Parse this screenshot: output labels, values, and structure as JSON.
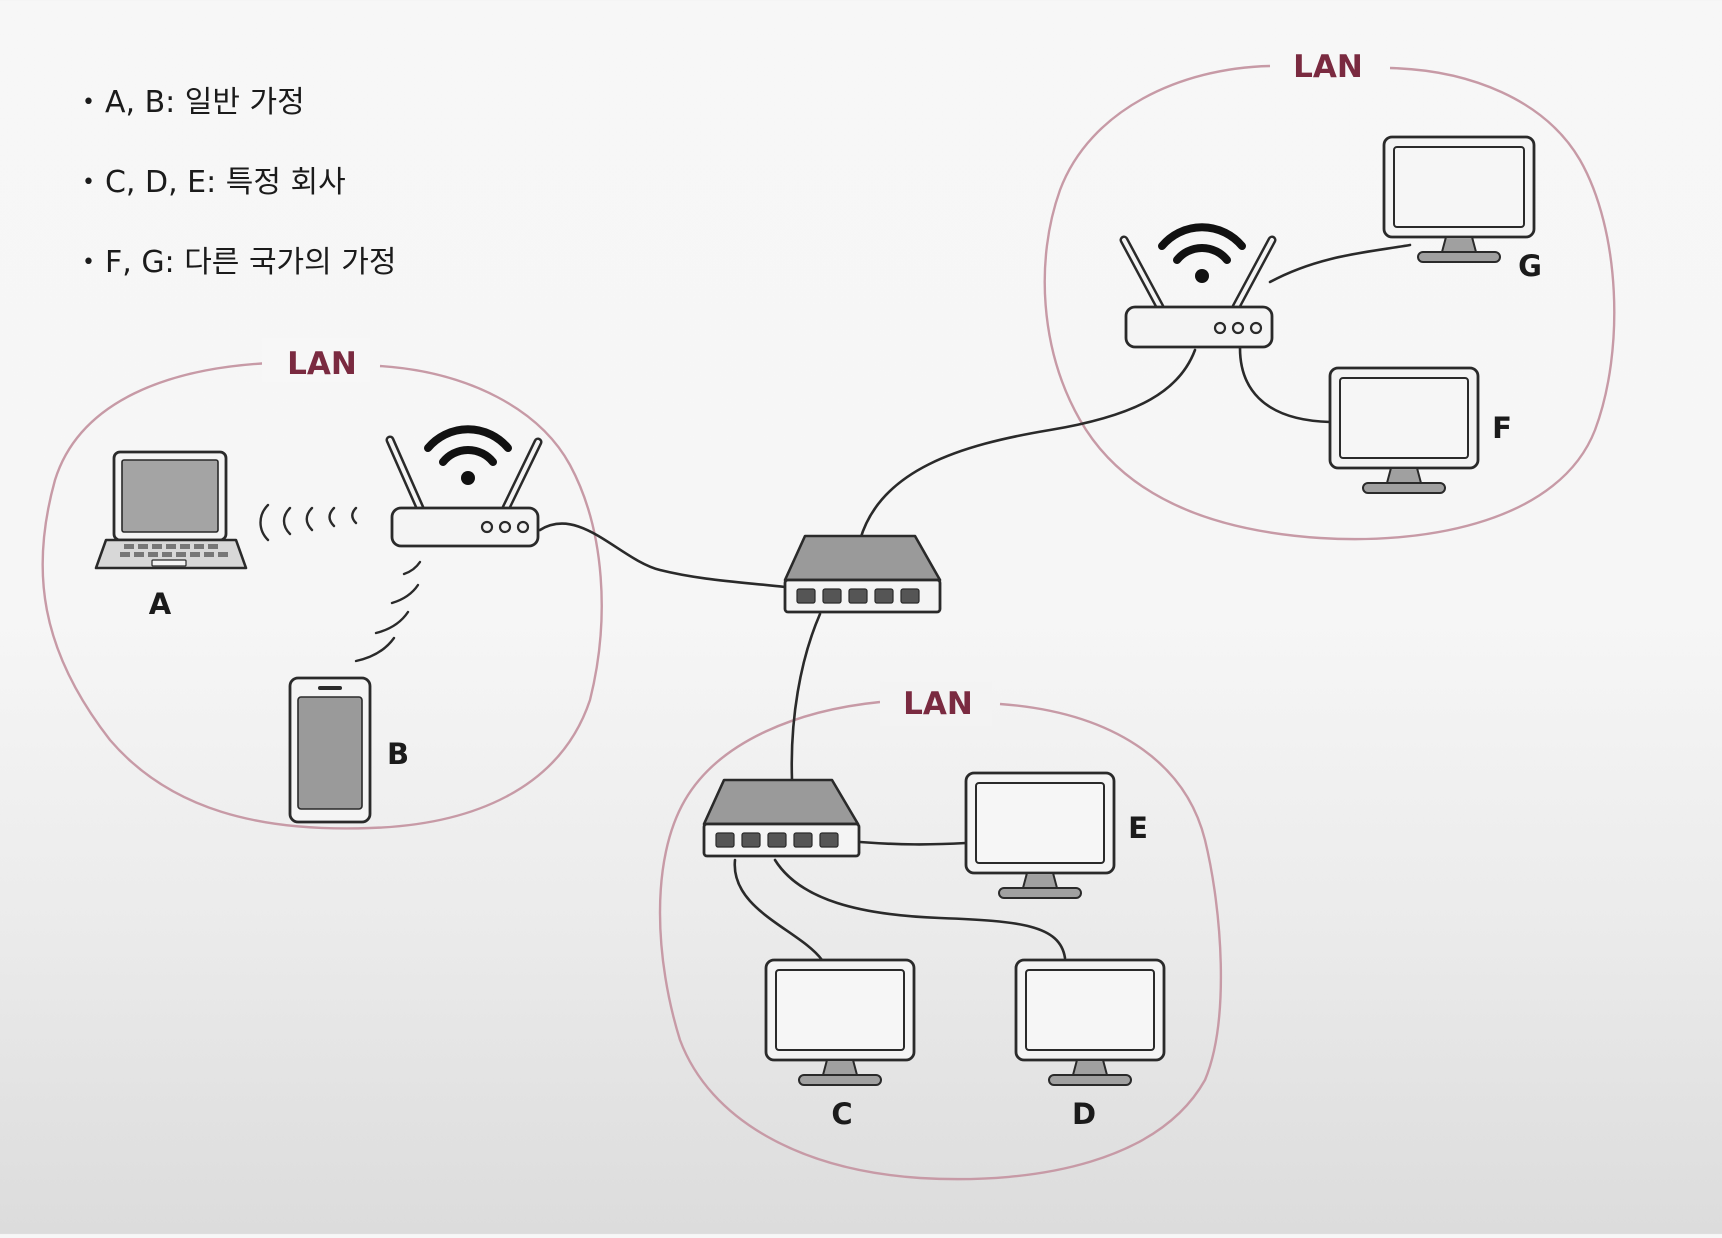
{
  "legend": [
    {
      "text": "A, B: 일반 가정"
    },
    {
      "text": "C, D, E: 특정 회사"
    },
    {
      "text": "F, G: 다른 국가의 가정"
    }
  ],
  "lans": [
    {
      "label": "LAN"
    },
    {
      "label": "LAN"
    },
    {
      "label": "LAN"
    }
  ],
  "devices": {
    "a": "A",
    "b": "B",
    "c": "C",
    "d": "D",
    "e": "E",
    "f": "F",
    "g": "G"
  },
  "colors": {
    "lan_boundary": "#c79aa6",
    "lan_label": "#7a2a40",
    "line": "#2a2a2a",
    "device_fill_dark": "#9a9a9a"
  }
}
